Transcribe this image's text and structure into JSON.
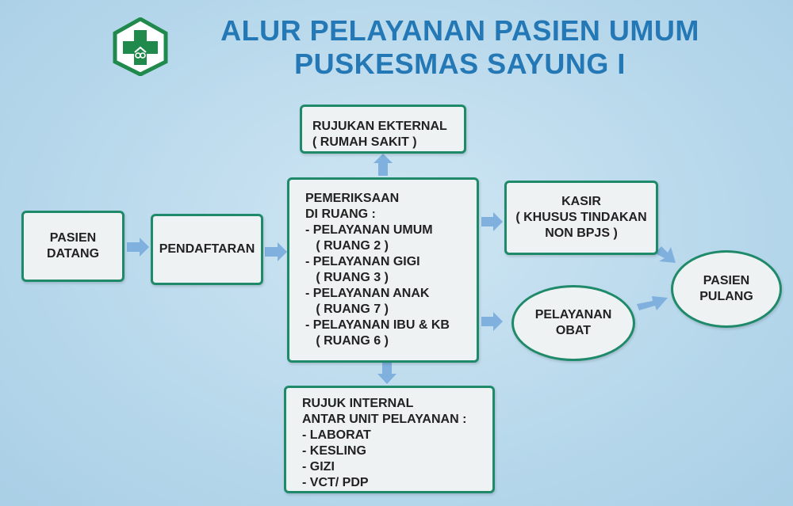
{
  "header": {
    "title_line1": "ALUR PELAYANAN PASIEN UMUM",
    "title_line2": "PUSKESMAS SAYUNG I"
  },
  "logo": {
    "icon": "puskesmas-cross-icon",
    "color": "#1f8a4c"
  },
  "colors": {
    "box_border": "#1f8a6a",
    "arrow": "#7fb0de",
    "title": "#2378b5"
  },
  "nodes": {
    "pasien_datang": [
      "PASIEN",
      "DATANG"
    ],
    "pendaftaran": [
      "PENDAFTARAN"
    ],
    "rujukan_eksternal": [
      "RUJUKAN EKTERNAL",
      "( RUMAH SAKIT )"
    ],
    "pemeriksaan": [
      "PEMERIKSAAN",
      "DI RUANG :",
      "- PELAYANAN UMUM",
      "   ( RUANG 2 )",
      "- PELAYANAN GIGI",
      "   ( RUANG 3 )",
      "- PELAYANAN ANAK",
      "   ( RUANG 7 )",
      "- PELAYANAN IBU & KB",
      "   ( RUANG 6 )"
    ],
    "rujuk_internal": [
      "RUJUK INTERNAL",
      "ANTAR UNIT PELAYANAN :",
      "- LABORAT",
      "- KESLING",
      "- GIZI",
      "- VCT/ PDP"
    ],
    "kasir": [
      "KASIR",
      "( KHUSUS TINDAKAN",
      "NON BPJS )"
    ],
    "pelayanan_obat": [
      "PELAYANAN",
      "OBAT"
    ],
    "pasien_pulang": [
      "PASIEN",
      "PULANG"
    ]
  }
}
